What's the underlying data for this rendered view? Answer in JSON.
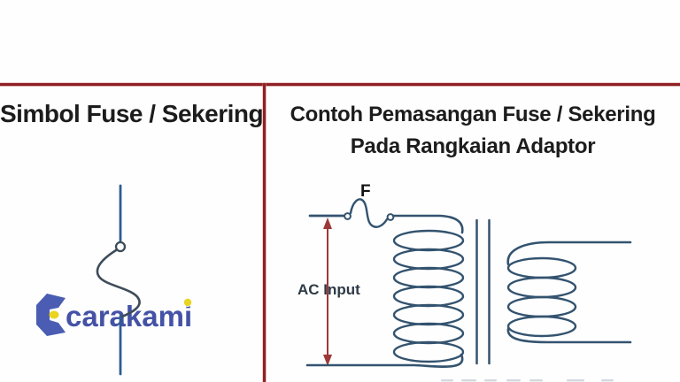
{
  "left_panel": {
    "title": "Simbol Fuse / Sekering"
  },
  "right_panel": {
    "title_line1": "Contoh Pemasangan Fuse / Sekering",
    "title_line2": "Pada Rangkaian Adaptor"
  },
  "circuit": {
    "fuse_label": "F",
    "ac_input_label": "AC Input",
    "primary_turns": 7,
    "secondary_turns": 4,
    "wire_color": "#33536f",
    "arrow_color": "#9e3838"
  },
  "watermark": {
    "text": "carakami",
    "text_color": "#3d4ca3",
    "mark_color": "#4356b0",
    "accent_color": "#e9d41f"
  },
  "colors": {
    "divider_red": "#8e2124",
    "title_text": "#1c1c1c",
    "fuse_line_blue": "#2d5d8f",
    "fuse_curve_slate": "#3e4c59"
  }
}
